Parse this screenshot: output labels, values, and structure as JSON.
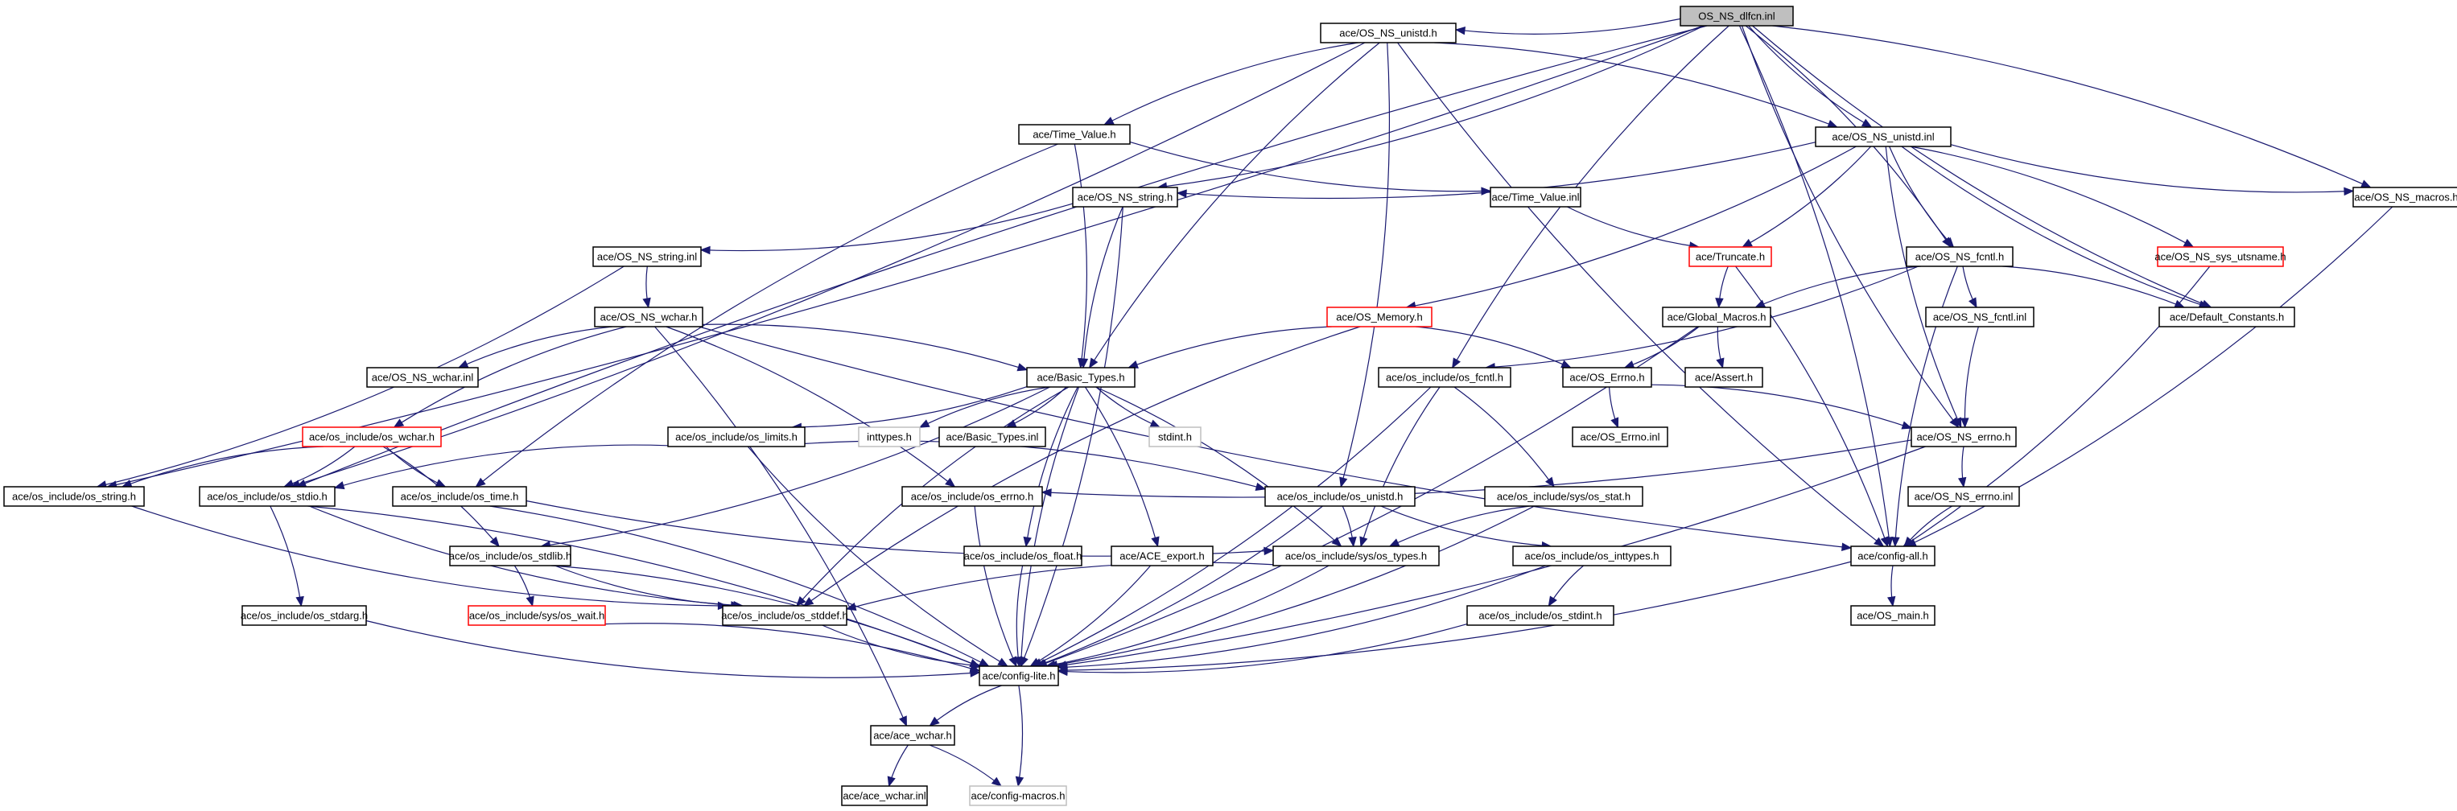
{
  "title": "OS_NS_dlfcn.inl include dependency graph",
  "colors": {
    "edge": "#191970",
    "node_border_normal": "#000000",
    "node_border_truncated": "#ff0000",
    "node_border_missing": "#bfbfbf",
    "root_fill": "#bfbfbf",
    "node_fill": "#ffffff"
  },
  "nodes": [
    {
      "id": "root",
      "label": "OS_NS_dlfcn.inl",
      "kind": "root"
    },
    {
      "id": "unistd_h",
      "label": "ace/OS_NS_unistd.h",
      "kind": "normal"
    },
    {
      "id": "time_value_h",
      "label": "ace/Time_Value.h",
      "kind": "normal"
    },
    {
      "id": "unistd_inl",
      "label": "ace/OS_NS_unistd.inl",
      "kind": "normal"
    },
    {
      "id": "ns_string_h",
      "label": "ace/OS_NS_string.h",
      "kind": "normal"
    },
    {
      "id": "time_value_inl",
      "label": "ace/Time_Value.inl",
      "kind": "normal"
    },
    {
      "id": "ns_macros_h",
      "label": "ace/OS_NS_macros.h",
      "kind": "normal"
    },
    {
      "id": "ns_string_inl",
      "label": "ace/OS_NS_string.inl",
      "kind": "normal"
    },
    {
      "id": "truncate_h",
      "label": "ace/Truncate.h",
      "kind": "truncated"
    },
    {
      "id": "ns_fcntl_h",
      "label": "ace/OS_NS_fcntl.h",
      "kind": "normal"
    },
    {
      "id": "ns_sys_utsname_h",
      "label": "ace/OS_NS_sys_utsname.h",
      "kind": "truncated"
    },
    {
      "id": "ns_wchar_h",
      "label": "ace/OS_NS_wchar.h",
      "kind": "normal"
    },
    {
      "id": "os_memory_h",
      "label": "ace/OS_Memory.h",
      "kind": "truncated"
    },
    {
      "id": "global_macros_h",
      "label": "ace/Global_Macros.h",
      "kind": "normal"
    },
    {
      "id": "ns_fcntl_inl",
      "label": "ace/OS_NS_fcntl.inl",
      "kind": "normal"
    },
    {
      "id": "default_constants_h",
      "label": "ace/Default_Constants.h",
      "kind": "normal"
    },
    {
      "id": "ns_wchar_inl",
      "label": "ace/OS_NS_wchar.inl",
      "kind": "normal"
    },
    {
      "id": "basic_types_h",
      "label": "ace/Basic_Types.h",
      "kind": "normal"
    },
    {
      "id": "os_fcntl_h",
      "label": "ace/os_include/os_fcntl.h",
      "kind": "normal"
    },
    {
      "id": "os_errno_h",
      "label": "ace/OS_Errno.h",
      "kind": "normal"
    },
    {
      "id": "assert_h",
      "label": "ace/Assert.h",
      "kind": "normal"
    },
    {
      "id": "os_wchar_h",
      "label": "ace/os_include/os_wchar.h",
      "kind": "truncated"
    },
    {
      "id": "os_limits_h",
      "label": "ace/os_include/os_limits.h",
      "kind": "normal"
    },
    {
      "id": "inttypes_h",
      "label": "inttypes.h",
      "kind": "missing"
    },
    {
      "id": "basic_types_inl",
      "label": "ace/Basic_Types.inl",
      "kind": "normal"
    },
    {
      "id": "stdint_h",
      "label": "stdint.h",
      "kind": "missing"
    },
    {
      "id": "os_errno_inl",
      "label": "ace/OS_Errno.inl",
      "kind": "normal"
    },
    {
      "id": "ns_errno_h",
      "label": "ace/OS_NS_errno.h",
      "kind": "normal"
    },
    {
      "id": "os_string_h",
      "label": "ace/os_include/os_string.h",
      "kind": "normal"
    },
    {
      "id": "os_stdio_h",
      "label": "ace/os_include/os_stdio.h",
      "kind": "normal"
    },
    {
      "id": "os_time_h",
      "label": "ace/os_include/os_time.h",
      "kind": "normal"
    },
    {
      "id": "osi_errno_h",
      "label": "ace/os_include/os_errno.h",
      "kind": "normal"
    },
    {
      "id": "os_unistd_h",
      "label": "ace/os_include/os_unistd.h",
      "kind": "normal"
    },
    {
      "id": "os_stat_h",
      "label": "ace/os_include/sys/os_stat.h",
      "kind": "normal"
    },
    {
      "id": "ns_errno_inl",
      "label": "ace/OS_NS_errno.inl",
      "kind": "normal"
    },
    {
      "id": "os_stdlib_h",
      "label": "ace/os_include/os_stdlib.h",
      "kind": "normal"
    },
    {
      "id": "os_float_h",
      "label": "ace/os_include/os_float.h",
      "kind": "normal"
    },
    {
      "id": "ace_export_h",
      "label": "ace/ACE_export.h",
      "kind": "normal"
    },
    {
      "id": "os_types_h",
      "label": "ace/os_include/sys/os_types.h",
      "kind": "normal"
    },
    {
      "id": "os_inttypes_h",
      "label": "ace/os_include/os_inttypes.h",
      "kind": "normal"
    },
    {
      "id": "config_all_h",
      "label": "ace/config-all.h",
      "kind": "normal"
    },
    {
      "id": "os_stdarg_h",
      "label": "ace/os_include/os_stdarg.h",
      "kind": "normal"
    },
    {
      "id": "os_wait_h",
      "label": "ace/os_include/sys/os_wait.h",
      "kind": "truncated"
    },
    {
      "id": "os_stddef_h",
      "label": "ace/os_include/os_stddef.h",
      "kind": "normal"
    },
    {
      "id": "os_stdint_h",
      "label": "ace/os_include/os_stdint.h",
      "kind": "normal"
    },
    {
      "id": "os_main_h",
      "label": "ace/OS_main.h",
      "kind": "normal"
    },
    {
      "id": "config_lite_h",
      "label": "ace/config-lite.h",
      "kind": "normal"
    },
    {
      "id": "ace_wchar_h",
      "label": "ace/ace_wchar.h",
      "kind": "normal"
    },
    {
      "id": "ace_wchar_inl",
      "label": "ace/ace_wchar.inl",
      "kind": "normal"
    },
    {
      "id": "config_macros_h",
      "label": "ace/config-macros.h",
      "kind": "missing"
    }
  ],
  "edges": [
    [
      "root",
      "unistd_h"
    ],
    [
      "root",
      "unistd_inl"
    ],
    [
      "root",
      "ns_macros_h"
    ],
    [
      "root",
      "ns_errno_h"
    ],
    [
      "root",
      "ns_fcntl_h"
    ],
    [
      "root",
      "default_constants_h"
    ],
    [
      "root",
      "config_all_h"
    ],
    [
      "root",
      "os_fcntl_h"
    ],
    [
      "root",
      "os_string_h"
    ],
    [
      "root",
      "os_stdio_h"
    ],
    [
      "root",
      "ns_string_h"
    ],
    [
      "unistd_h",
      "time_value_h"
    ],
    [
      "unistd_h",
      "unistd_inl"
    ],
    [
      "unistd_h",
      "basic_types_h"
    ],
    [
      "unistd_h",
      "os_unistd_h"
    ],
    [
      "unistd_h",
      "config_all_h"
    ],
    [
      "unistd_h",
      "os_stdio_h"
    ],
    [
      "time_value_h",
      "time_value_inl"
    ],
    [
      "time_value_h",
      "basic_types_h"
    ],
    [
      "time_value_h",
      "os_time_h"
    ],
    [
      "unistd_inl",
      "ns_string_h"
    ],
    [
      "unistd_inl",
      "ns_macros_h"
    ],
    [
      "unistd_inl",
      "truncate_h"
    ],
    [
      "unistd_inl",
      "ns_fcntl_h"
    ],
    [
      "unistd_inl",
      "ns_sys_utsname_h"
    ],
    [
      "unistd_inl",
      "default_constants_h"
    ],
    [
      "unistd_inl",
      "os_memory_h"
    ],
    [
      "unistd_inl",
      "ns_errno_h"
    ],
    [
      "ns_string_h",
      "ns_string_inl"
    ],
    [
      "ns_string_h",
      "basic_types_h"
    ],
    [
      "ns_string_h",
      "config_lite_h"
    ],
    [
      "time_value_inl",
      "truncate_h"
    ],
    [
      "ns_macros_h",
      "config_all_h"
    ],
    [
      "ns_string_inl",
      "ns_wchar_h"
    ],
    [
      "ns_string_inl",
      "os_string_h"
    ],
    [
      "truncate_h",
      "global_macros_h"
    ],
    [
      "truncate_h",
      "config_all_h"
    ],
    [
      "ns_fcntl_h",
      "ns_fcntl_inl"
    ],
    [
      "ns_fcntl_h",
      "default_constants_h"
    ],
    [
      "ns_fcntl_h",
      "global_macros_h"
    ],
    [
      "ns_fcntl_h",
      "os_fcntl_h"
    ],
    [
      "ns_fcntl_h",
      "config_all_h"
    ],
    [
      "ns_sys_utsname_h",
      "config_all_h"
    ],
    [
      "ns_wchar_h",
      "ns_wchar_inl"
    ],
    [
      "ns_wchar_h",
      "basic_types_h"
    ],
    [
      "ns_wchar_h",
      "os_wchar_h"
    ],
    [
      "ns_wchar_h",
      "osi_errno_h"
    ],
    [
      "ns_wchar_h",
      "config_all_h"
    ],
    [
      "ns_wchar_h",
      "ace_wchar_h"
    ],
    [
      "os_memory_h",
      "basic_types_h"
    ],
    [
      "os_memory_h",
      "os_errno_h"
    ],
    [
      "os_memory_h",
      "os_stddef_h"
    ],
    [
      "global_macros_h",
      "os_errno_h"
    ],
    [
      "global_macros_h",
      "assert_h"
    ],
    [
      "global_macros_h",
      "config_lite_h"
    ],
    [
      "ns_fcntl_inl",
      "ns_errno_h"
    ],
    [
      "basic_types_h",
      "os_limits_h"
    ],
    [
      "basic_types_h",
      "inttypes_h"
    ],
    [
      "basic_types_h",
      "basic_types_inl"
    ],
    [
      "basic_types_h",
      "stdint_h"
    ],
    [
      "basic_types_h",
      "os_types_h"
    ],
    [
      "basic_types_h",
      "os_float_h"
    ],
    [
      "basic_types_h",
      "ace_export_h"
    ],
    [
      "basic_types_h",
      "os_stddef_h"
    ],
    [
      "basic_types_h",
      "os_stdlib_h"
    ],
    [
      "basic_types_h",
      "config_lite_h"
    ],
    [
      "os_fcntl_h",
      "os_stat_h"
    ],
    [
      "os_fcntl_h",
      "os_types_h"
    ],
    [
      "os_fcntl_h",
      "config_lite_h"
    ],
    [
      "os_errno_h",
      "os_errno_inl"
    ],
    [
      "os_errno_h",
      "ns_errno_h"
    ],
    [
      "os_wchar_h",
      "os_string_h"
    ],
    [
      "os_wchar_h",
      "os_stdio_h"
    ],
    [
      "os_wchar_h",
      "os_time_h"
    ],
    [
      "os_wchar_h",
      "os_stdlib_h"
    ],
    [
      "os_limits_h",
      "os_stdio_h"
    ],
    [
      "os_limits_h",
      "os_unistd_h"
    ],
    [
      "os_limits_h",
      "config_lite_h"
    ],
    [
      "ns_errno_h",
      "osi_errno_h"
    ],
    [
      "ns_errno_h",
      "ns_errno_inl"
    ],
    [
      "ns_errno_h",
      "config_lite_h"
    ],
    [
      "os_string_h",
      "os_stddef_h"
    ],
    [
      "os_stdio_h",
      "os_stdarg_h"
    ],
    [
      "os_stdio_h",
      "os_stddef_h"
    ],
    [
      "os_stdio_h",
      "config_lite_h"
    ],
    [
      "os_time_h",
      "os_types_h"
    ],
    [
      "os_time_h",
      "config_lite_h"
    ],
    [
      "osi_errno_h",
      "config_lite_h"
    ],
    [
      "os_unistd_h",
      "os_types_h"
    ],
    [
      "os_unistd_h",
      "os_inttypes_h"
    ],
    [
      "os_unistd_h",
      "config_lite_h"
    ],
    [
      "os_stat_h",
      "os_types_h"
    ],
    [
      "os_stat_h",
      "config_lite_h"
    ],
    [
      "ns_errno_inl",
      "config_all_h"
    ],
    [
      "os_stdlib_h",
      "os_wait_h"
    ],
    [
      "os_stdlib_h",
      "os_stddef_h"
    ],
    [
      "os_stdlib_h",
      "config_lite_h"
    ],
    [
      "os_float_h",
      "config_lite_h"
    ],
    [
      "ace_export_h",
      "config_lite_h"
    ],
    [
      "os_types_h",
      "os_stddef_h"
    ],
    [
      "os_types_h",
      "config_lite_h"
    ],
    [
      "os_inttypes_h",
      "os_stdint_h"
    ],
    [
      "os_inttypes_h",
      "config_lite_h"
    ],
    [
      "config_all_h",
      "os_main_h"
    ],
    [
      "config_all_h",
      "config_lite_h"
    ],
    [
      "os_stdarg_h",
      "config_lite_h"
    ],
    [
      "os_wait_h",
      "config_lite_h"
    ],
    [
      "os_stddef_h",
      "config_lite_h"
    ],
    [
      "os_stdint_h",
      "config_lite_h"
    ],
    [
      "config_lite_h",
      "ace_wchar_h"
    ],
    [
      "config_lite_h",
      "config_macros_h"
    ],
    [
      "ace_wchar_h",
      "ace_wchar_inl"
    ],
    [
      "ace_wchar_h",
      "config_macros_h"
    ]
  ]
}
